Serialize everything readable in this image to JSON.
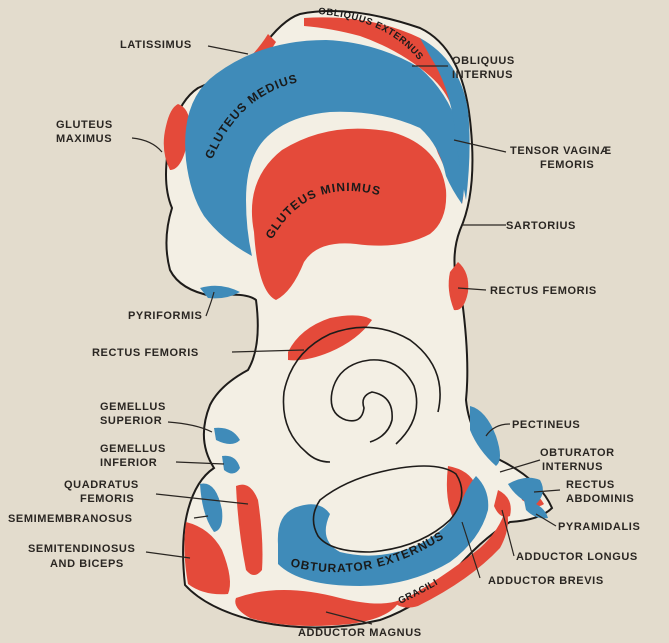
{
  "colors": {
    "origin_red": "#e44a3a",
    "insertion_blue": "#3f8bb9",
    "bone": "#f3efe4",
    "background": "#e3dccd"
  },
  "labels": {
    "latissimus": "LATISSIMUS",
    "obliquus_internus_1": "OBLIQUUS",
    "obliquus_internus_2": "INTERNUS",
    "gluteus_maximus_1": "GLUTEUS",
    "gluteus_maximus_2": "MAXIMUS",
    "tensor_1": "TENSOR VAGINÆ",
    "tensor_2": "FEMORIS",
    "sartorius": "SARTORIUS",
    "rectus_femoris_right": "RECTUS FEMORIS",
    "pyriformis": "PYRIFORMIS",
    "rectus_femoris_left": "RECTUS FEMORIS",
    "gemellus_superior_1": "GEMELLUS",
    "gemellus_superior_2": "SUPERIOR",
    "gemellus_inferior_1": "GEMELLUS",
    "gemellus_inferior_2": "INFERIOR",
    "quadratus_1": "QUADRATUS",
    "quadratus_2": "FEMORIS",
    "semimembranosus": "SEMIMEMBRANOSUS",
    "semitendinosus_1": "SEMITENDINOSUS",
    "semitendinosus_2": "AND BICEPS",
    "adductor_magnus": "ADDUCTOR MAGNUS",
    "pectineus": "PECTINEUS",
    "obturator_internus_1": "OBTURATOR",
    "obturator_internus_2": "INTERNUS",
    "rectus_abdominis_1": "RECTUS",
    "rectus_abdominis_2": "ABDOMINIS",
    "pyramidalis": "PYRAMIDALIS",
    "adductor_longus": "ADDUCTOR LONGUS",
    "adductor_brevis": "ADDUCTOR BREVIS"
  },
  "inline_labels": {
    "obliquus_externus": "OBLIQUUS EXTERNUS",
    "gluteus_medius": "GLUTEUS MEDIUS",
    "gluteus_minimus": "GLUTEUS MINIMUS",
    "obturator_externus": "OBTURATOR EXTERNUS",
    "gracilis": "GRACILIS"
  }
}
